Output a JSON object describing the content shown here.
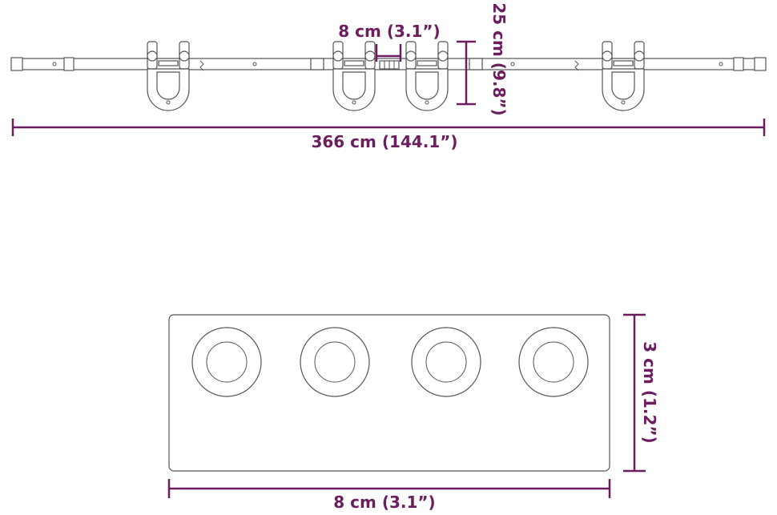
{
  "labels": {
    "hanger_spacing": "8 cm (3.1”)",
    "hanger_height": "25 cm (9.8”)",
    "total_length": "366 cm (144.1”)",
    "plate_height": "3 cm (1.2”)",
    "plate_width": "8 cm (3.1”)"
  },
  "colors": {
    "dimension": "#6b1d5e",
    "outline": "#555555"
  }
}
